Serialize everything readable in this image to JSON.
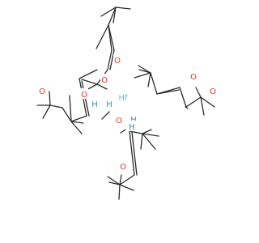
{
  "molecule": {
    "center_atom": "Hf",
    "atoms": [
      {
        "id": "o1",
        "symbol": "O"
      },
      {
        "id": "h1",
        "symbol": "H"
      },
      {
        "id": "o2",
        "symbol": "O"
      },
      {
        "id": "o3",
        "symbol": "O"
      },
      {
        "id": "h3",
        "symbol": "H"
      },
      {
        "id": "o4",
        "symbol": "O"
      },
      {
        "id": "o5",
        "symbol": "O"
      },
      {
        "id": "h5",
        "symbol": "H"
      },
      {
        "id": "o6",
        "symbol": "O"
      },
      {
        "id": "o7",
        "symbol": "O"
      },
      {
        "id": "h7",
        "symbol": "H"
      },
      {
        "id": "o8",
        "symbol": "O"
      },
      {
        "id": "hf",
        "symbol": "Hf"
      }
    ],
    "colors": {
      "bond": "#2b2b2b",
      "oxygen": "#e8302a",
      "hafnium": "#4dc2ff",
      "hydrogen": "#3d8fa6"
    }
  }
}
